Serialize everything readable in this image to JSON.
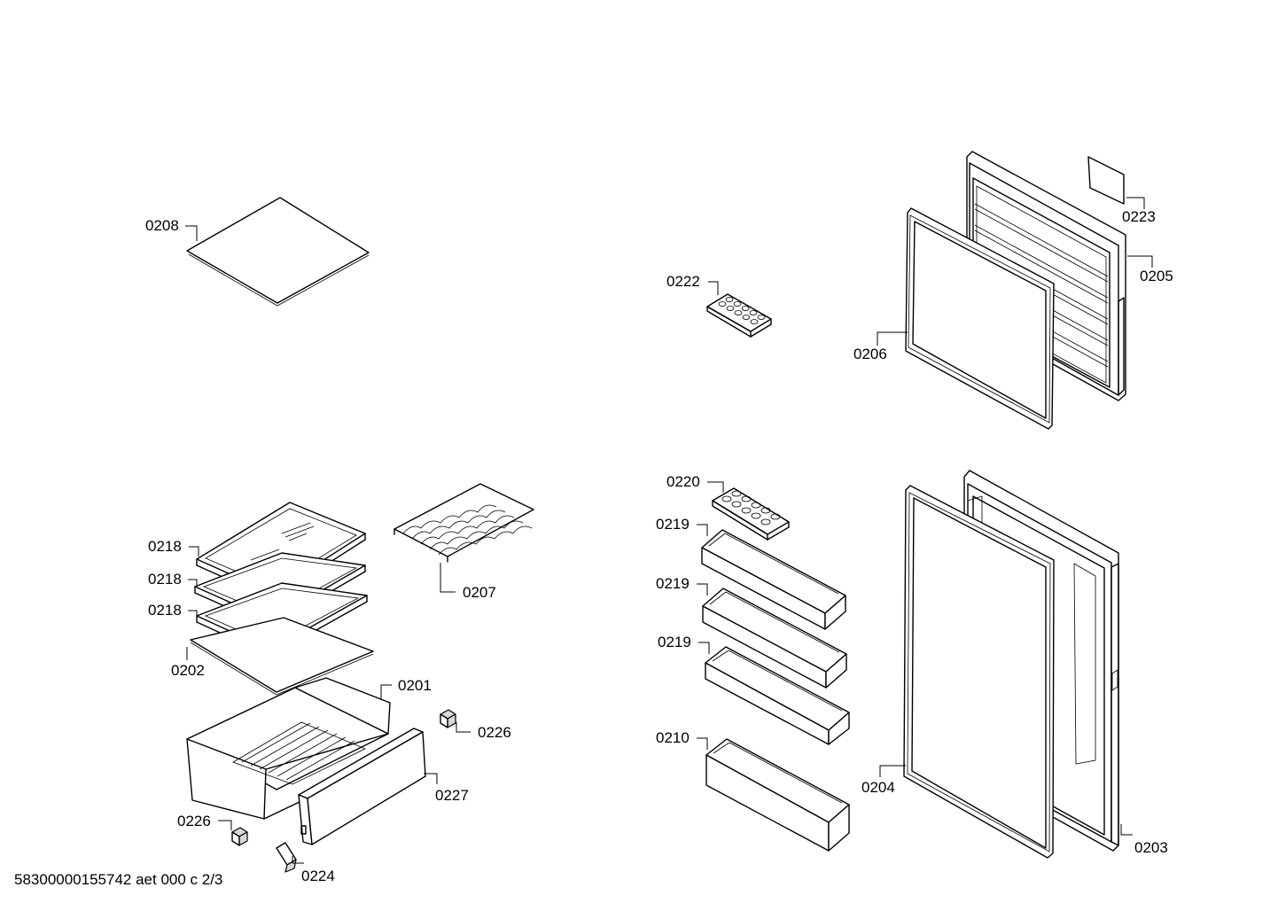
{
  "footer": {
    "document_code": "58300000155742 aet 000 c 2/3"
  },
  "callouts": {
    "c0208": "0208",
    "c0222": "0222",
    "c0223": "0223",
    "c0205": "0205",
    "c0206": "0206",
    "c0220": "0220",
    "c0219a": "0219",
    "c0219b": "0219",
    "c0219c": "0219",
    "c0210": "0210",
    "c0204": "0204",
    "c0203": "0203",
    "c0218a": "0218",
    "c0218b": "0218",
    "c0218c": "0218",
    "c0207": "0207",
    "c0202": "0202",
    "c0201": "0201",
    "c0226a": "0226",
    "c0226b": "0226",
    "c0227": "0227",
    "c0224": "0224"
  }
}
